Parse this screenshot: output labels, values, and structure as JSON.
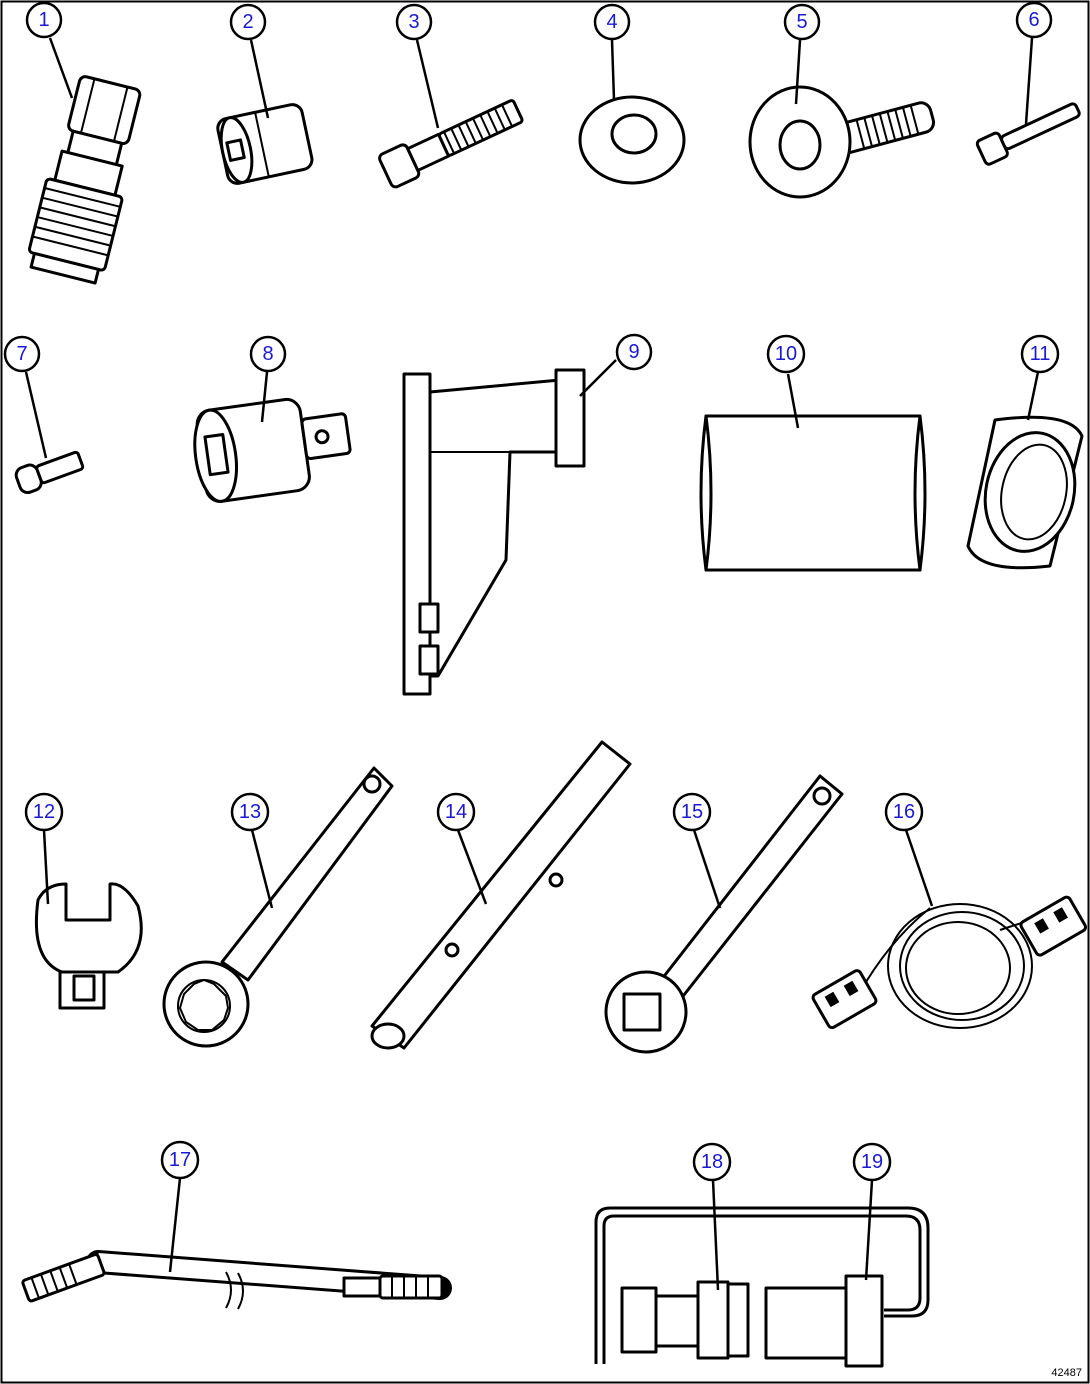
{
  "figure_number": "42487",
  "callouts": [
    "1",
    "2",
    "3",
    "4",
    "5",
    "6",
    "7",
    "8",
    "9",
    "10",
    "11",
    "12",
    "13",
    "14",
    "15",
    "16",
    "17",
    "18",
    "19"
  ],
  "colors": {
    "callout_text": "#1a1ad6",
    "line": "#000000",
    "background": "#ffffff"
  }
}
